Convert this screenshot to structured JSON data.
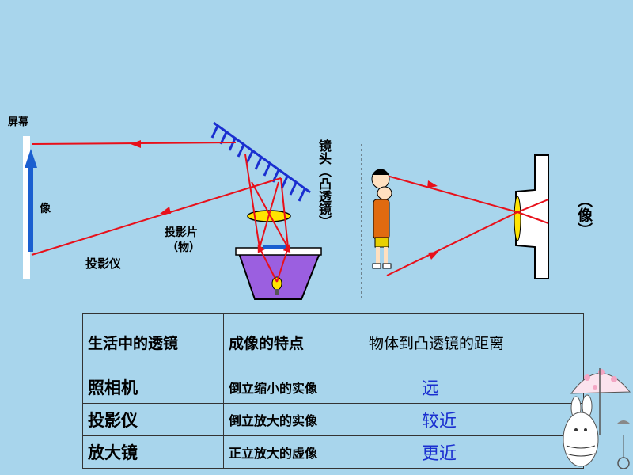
{
  "labels": {
    "screen": "屏幕",
    "image_left": "像",
    "slide": "投影片",
    "slide_sub": "（物）",
    "projector": "投影仪",
    "lens": "镜头（凸透镜）",
    "image_right": "（像）"
  },
  "table": {
    "headers": [
      "生活中的透镜",
      "成像的特点",
      "物体到凸透镜的距离"
    ],
    "rows": [
      {
        "name": "照相机",
        "feature": "倒立缩小的实像",
        "distance": "远"
      },
      {
        "name": "投影仪",
        "feature": "倒立放大的实像",
        "distance": "较近"
      },
      {
        "name": "放大镜",
        "feature": "正立放大的虚像",
        "distance": "更近"
      }
    ]
  },
  "colors": {
    "background": "#a8d5ec",
    "ray": "#e8101a",
    "mirror": "#1a2fd0",
    "lens": "#ffe400",
    "projector_box": "#9b5fe0",
    "answer_text": "#1a2fd0"
  }
}
